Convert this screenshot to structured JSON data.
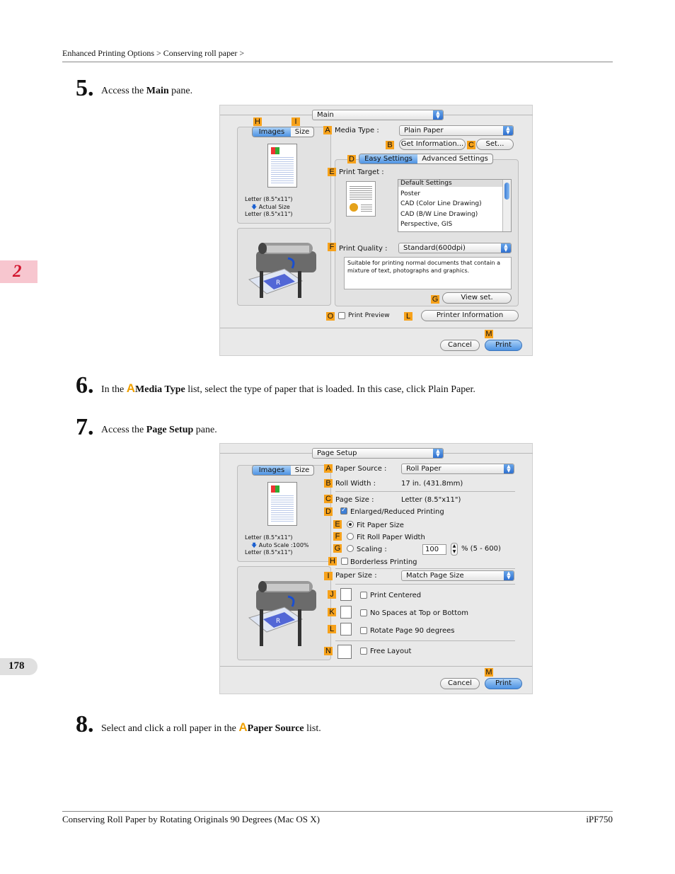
{
  "header": {
    "breadcrumb": "Enhanced Printing Options > Conserving roll paper >"
  },
  "chapter_tab": "2",
  "page_number": "178",
  "steps": [
    {
      "num": "5.",
      "pre": "Access the ",
      "bold": "Main",
      "post": " pane."
    },
    {
      "num": "6.",
      "pre": "In the ",
      "marker": "A",
      "bold": "Media Type",
      "post": " list, select the type of paper that is loaded. In this case, click Plain Paper."
    },
    {
      "num": "7.",
      "pre": "Access the ",
      "bold": "Page Setup",
      "post": " pane."
    },
    {
      "num": "8.",
      "pre": "Select and click a roll paper in the ",
      "marker": "A",
      "bold": "Paper Source",
      "post": " list."
    }
  ],
  "dialog_main": {
    "pane_select": "Main",
    "tabs": {
      "images": "Images",
      "size": "Size"
    },
    "preview_text": {
      "line1": "Letter (8.5\"x11\")",
      "line2": "Actual Size",
      "line3": "Letter (8.5\"x11\")"
    },
    "media_type_label": "Media Type :",
    "media_type_value": "Plain Paper",
    "get_info": "Get Information...",
    "set_btn": "Set...",
    "mode_tabs": {
      "easy": "Easy Settings",
      "advanced": "Advanced Settings"
    },
    "print_target_label": "Print Target :",
    "print_targets": [
      "Default Settings",
      "Poster",
      "CAD (Color Line Drawing)",
      "CAD (B/W Line Drawing)",
      "Perspective, GIS"
    ],
    "print_quality_label": "Print Quality :",
    "print_quality_value": "Standard(600dpi)",
    "description": "Suitable for printing normal documents that contain a mixture of text, photographs and graphics.",
    "view_set": "View set.",
    "print_preview": "Print Preview",
    "printer_info": "Printer Information",
    "cancel": "Cancel",
    "print": "Print",
    "badges": {
      "H": "H",
      "I": "I",
      "A": "A",
      "B": "B",
      "C": "C",
      "D": "D",
      "E": "E",
      "F": "F",
      "G": "G",
      "O": "O",
      "L": "L",
      "M": "M"
    }
  },
  "dialog_page_setup": {
    "pane_select": "Page Setup",
    "tabs": {
      "images": "Images",
      "size": "Size"
    },
    "preview_text": {
      "line1": "Letter (8.5\"x11\")",
      "line2": "Auto Scale :100%",
      "line3": "Letter (8.5\"x11\")"
    },
    "paper_source_label": "Paper Source :",
    "paper_source_value": "Roll Paper",
    "roll_width_label": "Roll Width :",
    "roll_width_value": "17 in. (431.8mm)",
    "page_size_label": "Page Size :",
    "page_size_value": "Letter (8.5\"x11\")",
    "enlarged": "Enlarged/Reduced Printing",
    "fit_paper": "Fit Paper Size",
    "fit_roll": "Fit Roll Paper Width",
    "scaling": "Scaling :",
    "scaling_value": "100",
    "scaling_range": "% (5 - 600)",
    "borderless": "Borderless Printing",
    "paper_size_label": "Paper Size :",
    "paper_size_value": "Match Page Size",
    "print_centered": "Print Centered",
    "no_spaces": "No Spaces at Top or Bottom",
    "rotate": "Rotate Page 90 degrees",
    "free_layout": "Free Layout",
    "cancel": "Cancel",
    "print": "Print",
    "badges": {
      "A": "A",
      "B": "B",
      "C": "C",
      "D": "D",
      "E": "E",
      "F": "F",
      "G": "G",
      "H": "H",
      "I": "I",
      "J": "J",
      "K": "K",
      "L": "L",
      "N": "N",
      "M": "M"
    }
  },
  "footer": {
    "title": "Conserving Roll Paper by Rotating Originals 90 Degrees (Mac OS X)",
    "model": "iPF750"
  }
}
